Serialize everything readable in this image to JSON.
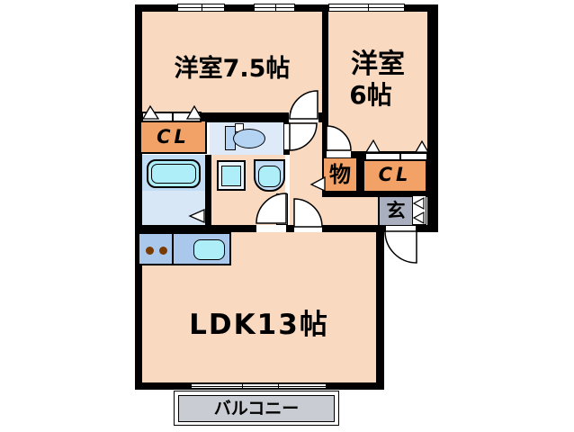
{
  "rooms": {
    "bedroom1": {
      "label": "洋室7.5帖"
    },
    "bedroom2": {
      "line1": "洋室",
      "line2": "6帖"
    },
    "ldk": {
      "label": "LDK13帖"
    },
    "balcony": {
      "label": "バルコニー"
    },
    "closet1": {
      "label": "CL"
    },
    "closet2": {
      "label": "CL"
    },
    "storage": {
      "label": "物"
    },
    "entrance": {
      "label": "玄"
    }
  },
  "colors": {
    "floor_peach": "#F9DAC1",
    "closet_orange": "#F2A266",
    "entrance_gray": "#A9AFBE",
    "bath_blue": "#C3DCF5",
    "bath_floor_blue": "#D8E7F6",
    "toilet_blue": "#DFEAF8",
    "fixture_cyan": "#AEEEF8",
    "fixture_blue": "#B5D3F2",
    "kitchen_counter_blue": "#A9C8EB",
    "balcony_gray": "#C9CDD3",
    "burner_brown": "#7A3B00",
    "wall_black": "#000000"
  }
}
